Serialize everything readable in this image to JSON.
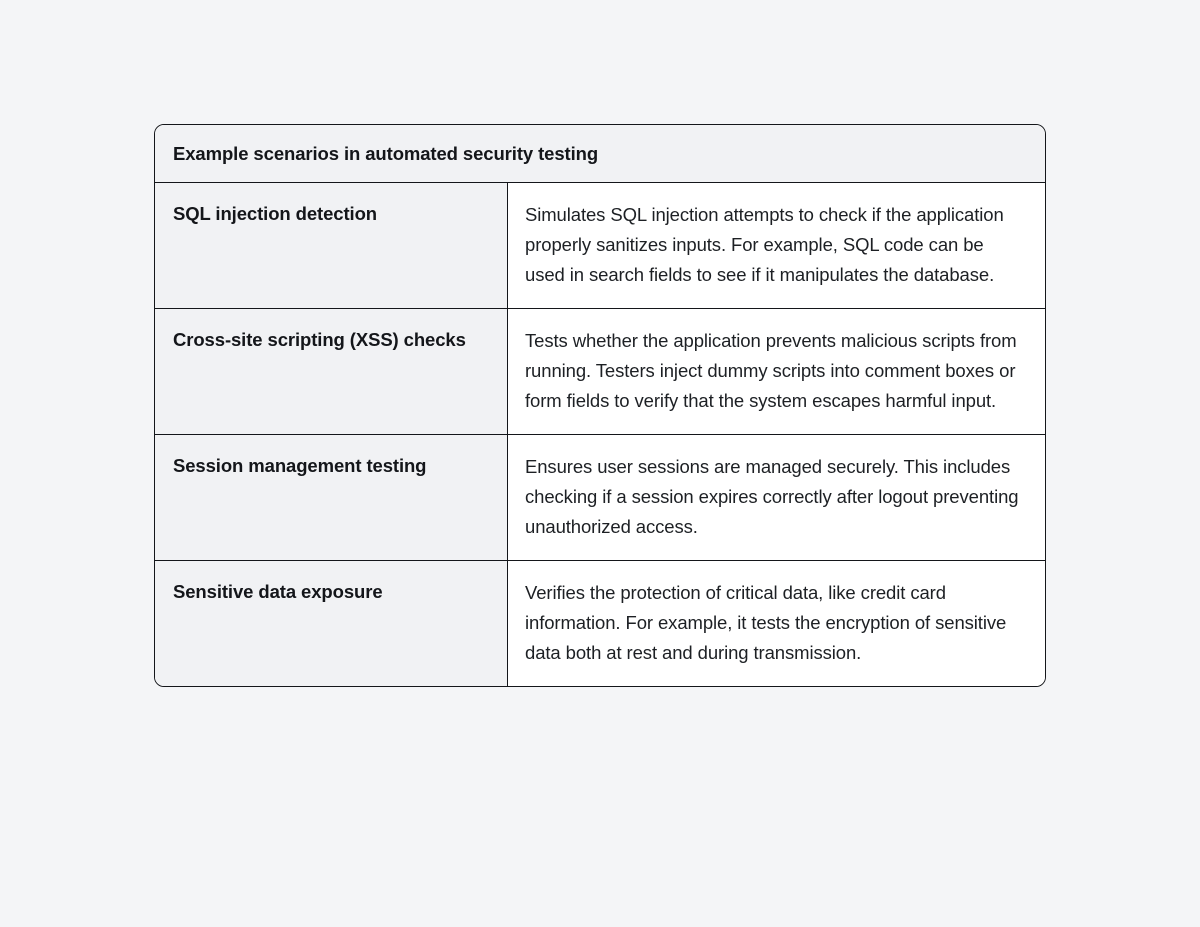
{
  "page": {
    "background_color": "#f4f5f7"
  },
  "table": {
    "border_color": "#14161a",
    "header_background": "#f1f2f4",
    "term_background": "#f1f2f4",
    "description_background": "#ffffff",
    "header_title": "Example scenarios in automated security testing",
    "rows": [
      {
        "term": "SQL injection detection",
        "description": "Simulates SQL injection attempts to check if the application properly sanitizes inputs. For example, SQL code can be used in search fields to see if it manipulates the database."
      },
      {
        "term": "Cross-site scripting (XSS) checks",
        "description": "Tests whether the application prevents malicious scripts from running. Testers inject dummy scripts into comment boxes or form fields to verify that the system escapes harmful input."
      },
      {
        "term": "Session management testing",
        "description": "Ensures user sessions are managed securely. This includes checking if a session expires correctly after logout preventing unauthorized access."
      },
      {
        "term": "Sensitive data exposure",
        "description": "Verifies the protection of critical data, like credit card information. For example, it tests the encryption of sensitive data both at rest and during transmission."
      }
    ]
  }
}
